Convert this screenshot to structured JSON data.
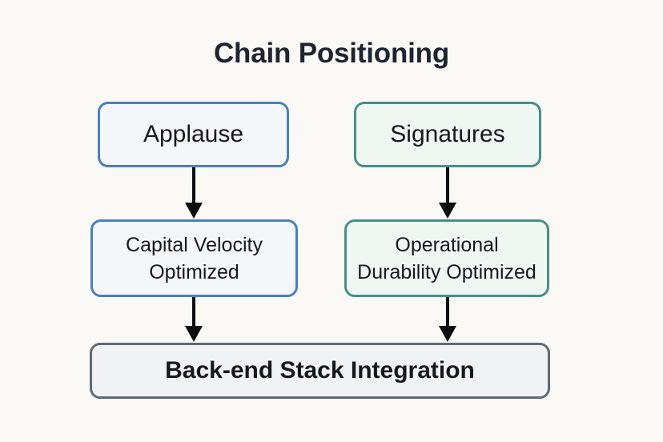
{
  "title": "Chain Positioning",
  "background_color": "#faf9f5",
  "nodes": {
    "applause": {
      "label": "Applause",
      "border_color": "#4a7fc1",
      "fill_color": "#f4f7fa"
    },
    "signatures": {
      "label": "Signatures",
      "border_color": "#479086",
      "fill_color": "#eff7f3"
    },
    "capital_velocity": {
      "label": "Capital Velocity\nOptimized",
      "border_color": "#4a7fc1",
      "fill_color": "#f4f7fa"
    },
    "operational_durability": {
      "label": "Operational\nDurability Optimized",
      "border_color": "#479086",
      "fill_color": "#eff7f3"
    },
    "backend_stack": {
      "label": "Back-end Stack Integration",
      "border_color": "#5e6b78",
      "fill_color": "#f1f2f3"
    }
  },
  "edges": [
    {
      "from": "applause",
      "to": "capital_velocity",
      "color": "#0c0d10"
    },
    {
      "from": "signatures",
      "to": "operational_durability",
      "color": "#0c0d10"
    },
    {
      "from": "capital_velocity",
      "to": "backend_stack",
      "color": "#0c0d10"
    },
    {
      "from": "operational_durability",
      "to": "backend_stack",
      "color": "#0c0d10"
    }
  ]
}
